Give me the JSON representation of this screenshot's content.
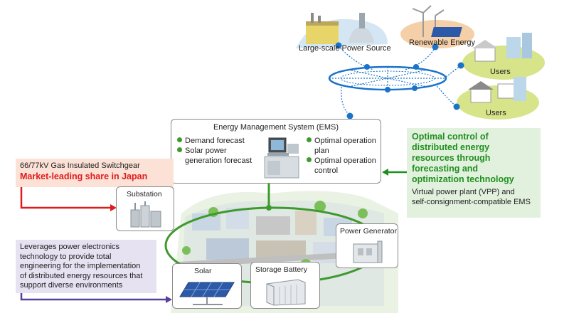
{
  "top": {
    "large_scale_power_source": "Large-scale Power Source",
    "renewable_energy": "Renewable Energy",
    "users_1": "Users",
    "users_2": "Users"
  },
  "ems": {
    "title": "Energy Management System (EMS)",
    "left_items": [
      "Demand forecast",
      "Solar power",
      "generation forecast"
    ],
    "right_items": [
      "Optimal operation",
      "plan",
      "Optimal operation",
      "control"
    ]
  },
  "switchgear": {
    "line1": "66/77kV Gas Insulated Switchgear",
    "line2": "Market-leading share in Japan"
  },
  "power_electronics": {
    "lines": [
      "Leverages power electronics",
      "technology to provide total",
      "engineering for the implementation",
      "of distributed energy resources that",
      "support diverse environments"
    ]
  },
  "optimal_control": {
    "heading_lines": [
      "Optimal control of",
      "distributed energy",
      "resources through",
      "forecasting and",
      "optimization technology"
    ],
    "sub_lines": [
      "Virtual power plant (VPP) and",
      "self-consignment-compatible EMS"
    ]
  },
  "facilities": {
    "substation": "Substation",
    "power_generator": "Power Generator",
    "solar": "Solar",
    "storage_battery": "Storage Battery"
  },
  "colors": {
    "network_blue": "#1a73c9",
    "loop_green": "#3f9a2e",
    "arrow_red": "#e01b1b",
    "arrow_purple": "#5a3f9a",
    "heading_green": "#1f8f1f"
  }
}
